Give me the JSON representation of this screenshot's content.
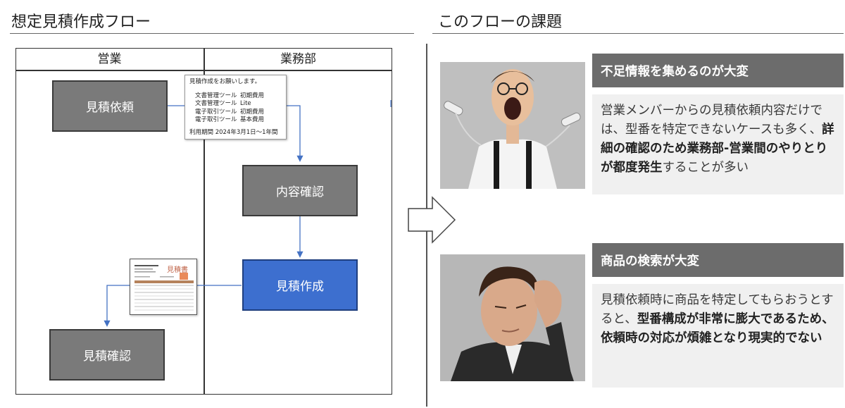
{
  "left_heading": "想定見積作成フロー",
  "right_heading": "このフローの課題",
  "lanes": [
    "営業",
    "業務部"
  ],
  "boxes": {
    "request": "見積依頼",
    "check": "内容確認",
    "create": "見積作成",
    "confirm": "見積確認"
  },
  "memo": {
    "greeting": "見積作成をお願いします。",
    "items": [
      {
        "tool": "文書管理ツール",
        "plan": "初期費用"
      },
      {
        "tool": "文書管理ツール",
        "plan": "Lite"
      },
      {
        "tool": "電子取引ツール",
        "plan": "初期費用"
      },
      {
        "tool": "電子取引ツール",
        "plan": "基本費用"
      }
    ],
    "period": "利用期間 2024年3月1日～1年間"
  },
  "doc_thumbnail": {
    "title": "見積書"
  },
  "issues": [
    {
      "title": "不足情報を集めるのが大変",
      "body_parts": [
        {
          "text": "営業メンバーからの見積依頼内容だけでは、型番を特定できないケースも多く、",
          "bold": false
        },
        {
          "text": "詳細の確認のため業務部-営業間のやりとりが都度発生",
          "bold": true
        },
        {
          "text": "することが多い",
          "bold": false
        }
      ]
    },
    {
      "title": "商品の検索が大変",
      "body_parts": [
        {
          "text": "見積依頼時に商品を特定してもらおうとすると、",
          "bold": false
        },
        {
          "text": "型番構成が非常に膨大であるため、依頼時の対応が煩雑となり現実的でない",
          "bold": true
        }
      ]
    }
  ],
  "colors": {
    "gray_box": "#7a7a7a",
    "blue_box": "#3d6fcf",
    "arrow": "#4472c4",
    "panel_title_bg": "#6c6c6c",
    "panel_body_bg": "#f0f0f0"
  }
}
